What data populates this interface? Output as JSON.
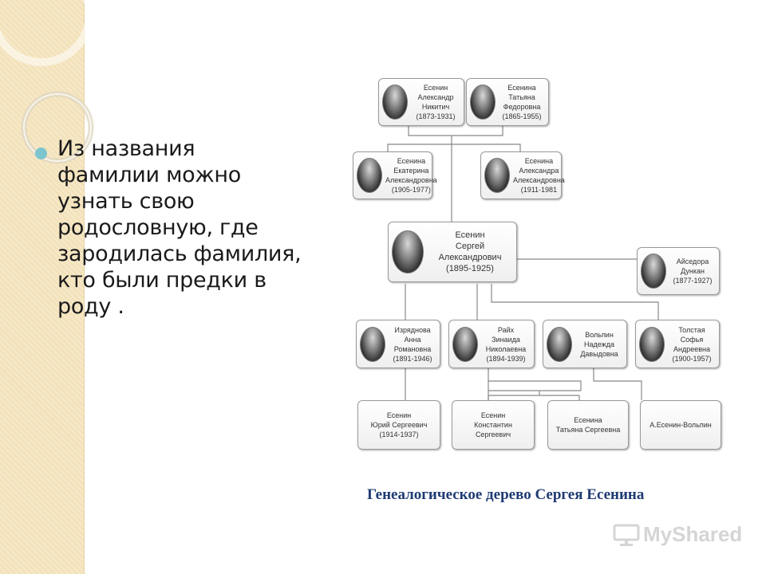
{
  "bullet": {
    "text": "Из названия фамилии можно узнать свою родословную, где зародилась фамилия, кто были предки в роду ."
  },
  "caption": "Генеалогическое дерево Сергея Есенина",
  "logo": {
    "text": "MyShared",
    "icon": "projector-screen-icon"
  },
  "colors": {
    "bullet": "#7cc5cf",
    "caption": "#1f3b73",
    "stripe": "#f3e2b9"
  },
  "tree": {
    "father": {
      "lines": [
        "Есенин",
        "Александр Никитич",
        "(1873-1931)"
      ]
    },
    "mother": {
      "lines": [
        "Есенина",
        "Татьяна Федоровна",
        "(1865-1955)"
      ]
    },
    "sister1": {
      "lines": [
        "Есенина",
        "Екатерина",
        "Александровна",
        "(1905-1977)"
      ]
    },
    "sister2": {
      "lines": [
        "Есенина",
        "Александра",
        "Александровна",
        "(1911-1981"
      ]
    },
    "sergey": {
      "lines": [
        "Есенин",
        "Сергей Александрович",
        "(1895-1925)"
      ]
    },
    "duncan": {
      "lines": [
        "Айседора",
        "Дункан",
        "(1877-1927)"
      ]
    },
    "izryadnova": {
      "lines": [
        "Изряднова",
        "Анна Романовна",
        "(1891-1946)"
      ]
    },
    "raikh": {
      "lines": [
        "Райх",
        "Зинаида Николаевна",
        "(1894-1939)"
      ]
    },
    "volpin": {
      "lines": [
        "Вольпин",
        "Надежда",
        "Давыдовна"
      ]
    },
    "tolstaya": {
      "lines": [
        "Толстая",
        "Софья Андреевна",
        "(1900-1957)"
      ]
    },
    "yuri": {
      "lines": [
        "Есенин",
        "Юрий Сергеевич",
        "(1914-1937)"
      ]
    },
    "konstantin": {
      "lines": [
        "Есенин",
        "Константин Сергеевич"
      ]
    },
    "tatyana": {
      "lines": [
        "Есенина",
        "Татьяна Сергеевна"
      ]
    },
    "volpinson": {
      "lines": [
        "А.Есенин-Вольпин"
      ]
    }
  }
}
